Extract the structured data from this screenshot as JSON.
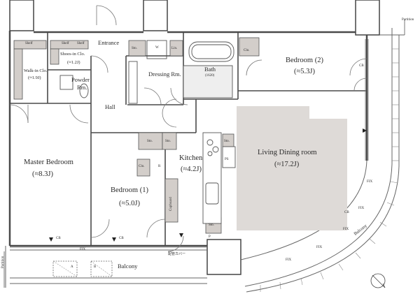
{
  "rooms": {
    "entrance": "Entrance",
    "shoes_in_clo": "Shoes-in Clo.",
    "shoes_in_clo_area": "(≈1.2J)",
    "walk_in_clo": "Walk-in Clo.",
    "walk_in_clo_area": "(≈1.9J)",
    "powder_rm": "Powder",
    "powder_rm_2": "Rm.",
    "hall": "Hall",
    "dressing_rm": "Dressing Rm.",
    "bath": "Bath",
    "bath_size": "(1620)",
    "bedroom2": "Bedroom (2)",
    "bedroom2_area": "(≈5.3J)",
    "master_bedroom": "Master Bedroom",
    "master_bedroom_area": "(≈8.3J)",
    "bedroom1": "Bedroom (1)",
    "bedroom1_area": "(≈5.0J)",
    "kitchen": "Kitchen",
    "kitchen_area": "(≈4.2J)",
    "living_dining": "Living Dining room",
    "living_dining_area": "(≈17.2J)",
    "balcony_bottom": "Balcony",
    "balcony_right": "Balcony"
  },
  "small_labels": {
    "shelf": "Shelf",
    "sto": "Sto.",
    "clo": "Clo.",
    "w": "W",
    "lin": "Lin.",
    "cb": "CB",
    "fix": "FIX",
    "ps": "PS",
    "r": "R",
    "p": "P",
    "cupboard": "Cupboard",
    "partition": "Partition",
    "pipe_cover": "配管カバー",
    "unit_a": "A",
    "unit_b": "B"
  },
  "colors": {
    "wall": "#4a4a4a",
    "storage_fill": "#d3ceca",
    "living_fill": "#dedad7",
    "line": "#555555"
  }
}
